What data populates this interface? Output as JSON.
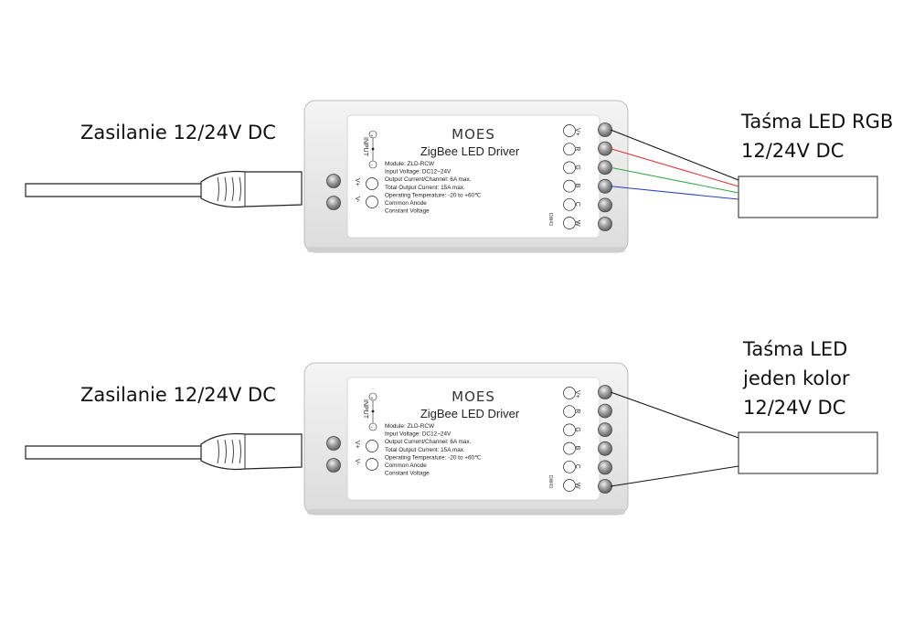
{
  "top": {
    "power_label": "Zasilanie 12/24V DC",
    "strip_label_lines": [
      "Taśma LED RGB",
      "12/24V DC"
    ],
    "wires": [
      {
        "terminal": "V+",
        "color": "#111111"
      },
      {
        "terminal": "R",
        "color": "#e03030"
      },
      {
        "terminal": "G",
        "color": "#2ea84a"
      },
      {
        "terminal": "B",
        "color": "#2a3fc0"
      }
    ]
  },
  "bottom": {
    "power_label": "Zasilanie 12/24V DC",
    "strip_label_lines": [
      "Taśma LED",
      "jeden kolor",
      "12/24V DC"
    ],
    "wires": [
      {
        "terminal": "V+",
        "color": "#111111"
      },
      {
        "terminal": "W",
        "color": "#111111"
      }
    ]
  },
  "device": {
    "brand": "MOES",
    "title": "ZigBee LED Driver",
    "specs": [
      "Module: ZLD-RCW",
      "Input Voltage: DC12~24V",
      "Output Current/Channel: 6A max.",
      "Total Output Current: 15A max.",
      "Operating Temperature: -20 to +60℃",
      "Common Anode",
      "Constant Voltage"
    ],
    "input_label": "INPUT",
    "plus": "+",
    "minus": "−",
    "input_terminals": [
      "V+",
      "V-"
    ],
    "output_terminals": [
      "V+",
      "R",
      "G",
      "B",
      "C",
      "W"
    ],
    "code": "DW43"
  }
}
